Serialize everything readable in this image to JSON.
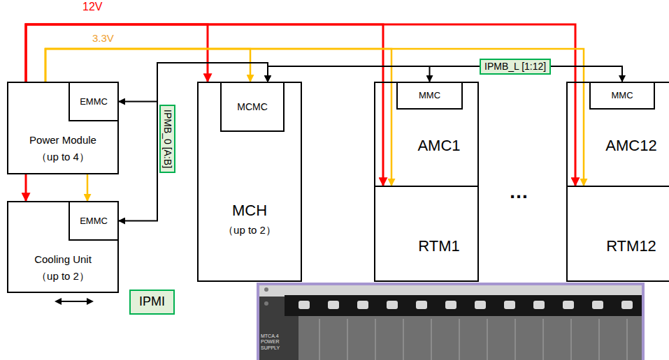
{
  "diagram": {
    "nodes": [
      {
        "text": [
          "Power Module",
          "（up to 4）"
        ]
      },
      {
        "text": [
          "EMMC"
        ],
        "in": 0
      },
      {
        "text": [
          "Cooling Unit",
          "（up to 2）"
        ]
      },
      {
        "text": [
          "EMMC"
        ],
        "in": 2
      },
      {
        "text": [
          "MCH",
          "（up to 2）"
        ]
      },
      {
        "text": [
          "MCMC"
        ],
        "in": 4
      },
      {
        "text": [
          "AMC1"
        ]
      },
      {
        "text": [
          "MMC"
        ],
        "in": 6
      },
      {
        "text": [
          "RTM1"
        ]
      },
      {
        "text": [
          "AMC12"
        ]
      },
      {
        "text": [
          "MMC"
        ],
        "in": 9
      },
      {
        "text": [
          "RTM12"
        ]
      }
    ],
    "edges": [
      {
        "from": 0,
        "to": 4,
        "arrow": "to"
      },
      {
        "from": 0,
        "to": 8,
        "arrow": "to"
      },
      {
        "from": 0,
        "to": 11,
        "arrow": "to"
      },
      {
        "from": 0,
        "to": 2,
        "arrow": "to"
      },
      {
        "from": 0,
        "to": 4,
        "arrow": "to"
      },
      {
        "from": 0,
        "to": 8,
        "arrow": "to"
      },
      {
        "from": 0,
        "to": 11,
        "arrow": "to"
      },
      {
        "from": 0,
        "to": 2,
        "arrow": "to"
      },
      {
        "from": 5,
        "to": 1,
        "arrow": "both"
      },
      {
        "from": 5,
        "to": 3,
        "arrow": "both"
      },
      {
        "from": 5,
        "to": 7,
        "arrow": "both"
      },
      {
        "from": 5,
        "to": 10,
        "arrow": "both"
      }
    ],
    "labels": [
      "12V",
      "3.3V",
      "IPMB_0 [A:B]",
      "IPMB_L [1:12]",
      "…",
      "MTCA.4 POWER SUPPLY"
    ],
    "legend": [
      {
        "text": "IPMI"
      }
    ]
  }
}
